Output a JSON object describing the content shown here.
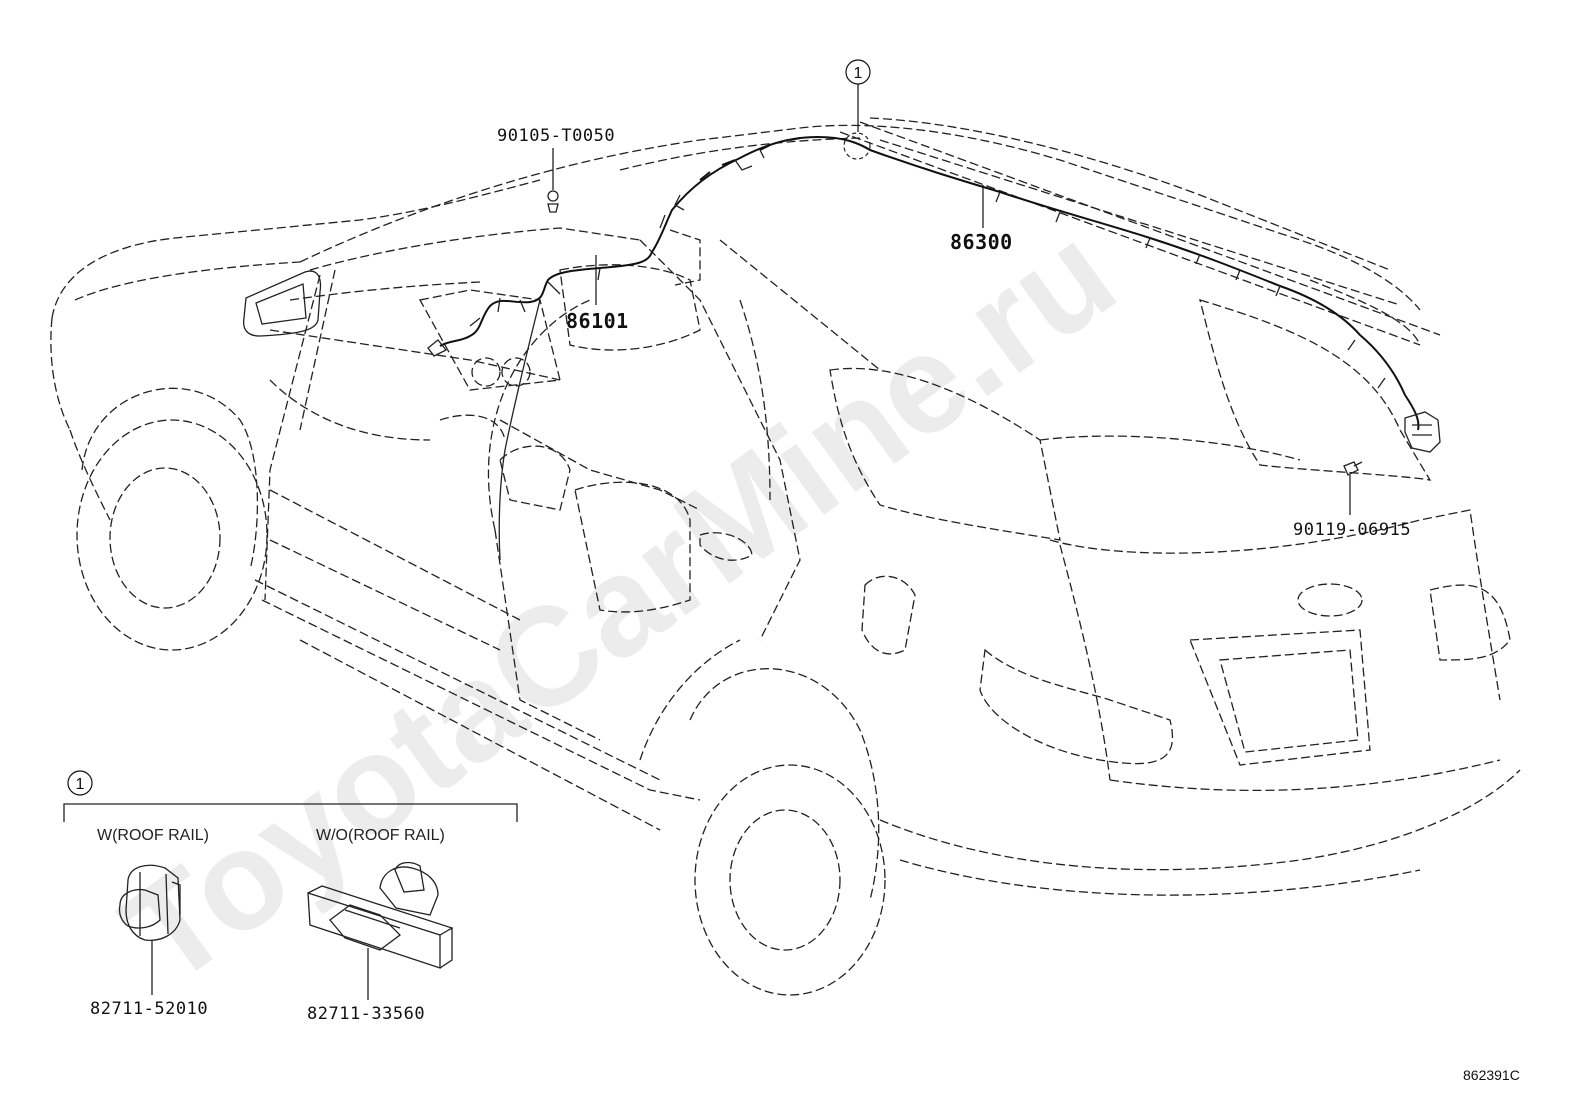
{
  "diagram": {
    "watermark": "ToyotaCarMine.ru",
    "reference_code": "862391C",
    "callouts": {
      "bolt_front": "90105-T0050",
      "harness_front": "86101",
      "harness_roof": "86300",
      "bolt_rear": "90119-06915",
      "clip_roof_rail": "82711-52010",
      "clip_no_roof_rail": "82711-33560"
    },
    "detail_marker": "1",
    "detail": {
      "marker": "1",
      "with_roof_rail": "W(ROOF RAIL)",
      "without_roof_rail": "W/O(ROOF RAIL)"
    }
  }
}
